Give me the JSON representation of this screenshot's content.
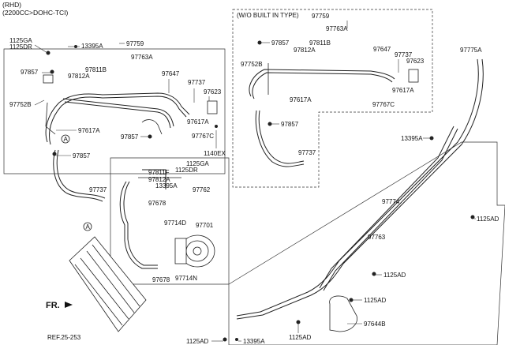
{
  "header": {
    "line1": "(RHD)",
    "line2": "(2200CC>DOHC-TCI)"
  },
  "inset_title": "(W/O BUILT IN TYPE)",
  "direction_label": "FR.",
  "ref_label": "REF.25-253",
  "callout_letter": "A",
  "labels": {
    "p1125GA_a": "1125GA",
    "p1125DR_a": "1125DR",
    "p13395A_a": "13395A",
    "p97759_a": "97759",
    "p97763A_a": "97763A",
    "p97857_a": "97857",
    "p97811B_a": "97811B",
    "p97812A_a": "97812A",
    "p97647_a": "97647",
    "p97737_a": "97737",
    "p97623_a": "97623",
    "p97752B_a": "97752B",
    "p97617A_a": "97617A",
    "p97617A_b": "97617A",
    "p97857_b": "97857",
    "p97857_c": "97857",
    "p97767C_a": "97767C",
    "p1140EX": "1140EX",
    "p1125GA_b": "1125GA",
    "p1125DR_b": "1125DR",
    "p97811F": "97811F",
    "p97812A_b": "97812A",
    "p13395A_b": "13395A",
    "p97762": "97762",
    "p97737_b": "97737",
    "p97678_a": "97678",
    "p97714D": "97714D",
    "p97701": "97701",
    "p97678_b": "97678",
    "p97714N": "97714N",
    "i97759": "97759",
    "i97763A": "97763A",
    "i97857_a": "97857",
    "i97811B": "97811B",
    "i97812A": "97812A",
    "i97647": "97647",
    "i97737_a": "97737",
    "i97752B": "97752B",
    "i97623": "97623",
    "i97617A_a": "97617A",
    "i97617A_b": "97617A",
    "i97767C": "97767C",
    "i97857_b": "97857",
    "i97737_b": "97737",
    "p97775A": "97775A",
    "p13395A_c": "13395A",
    "p97774": "97774",
    "p1125AD_a": "1125AD",
    "p97763": "97763",
    "p1125AD_b": "1125AD",
    "p1125AD_c": "1125AD",
    "p97644B": "97644B",
    "p1125AD_d": "1125AD",
    "p13395A_d": "13395A",
    "p1125AD_e": "1125AD"
  }
}
